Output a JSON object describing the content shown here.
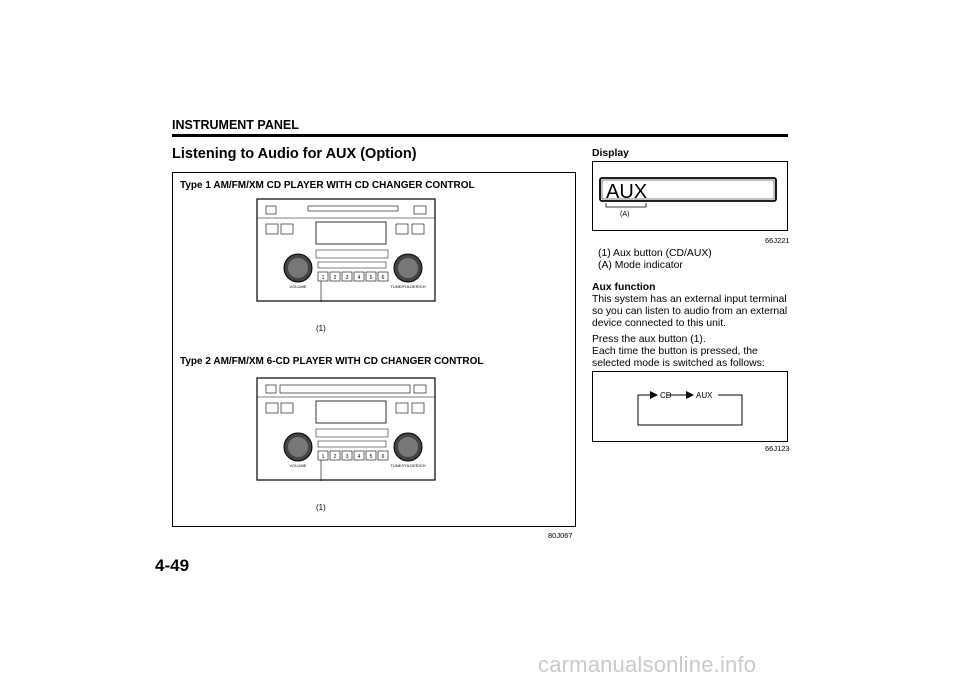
{
  "header": {
    "section": "INSTRUMENT PANEL"
  },
  "title": "Listening to Audio for AUX (Option)",
  "figure_main": {
    "type1_label": "Type 1 AM/FM/XM CD PLAYER WITH CD CHANGER CONTROL",
    "type2_label": "Type 2 AM/FM/XM 6-CD PLAYER WITH CD CHANGER CONTROL",
    "callout": "(1)",
    "code": "80J067",
    "radio": {
      "presets": [
        "1",
        "2",
        "3",
        "4",
        "5",
        "6"
      ],
      "volume_label": "VOLUME",
      "tune_label": "TUNE/FOLDER/CH"
    }
  },
  "display_section": {
    "heading": "Display",
    "display_text": "AUX",
    "indicator_label": "(A)",
    "code": "66J221",
    "legend": [
      "(1) Aux button (CD/AUX)",
      "(A) Mode indicator"
    ]
  },
  "aux_function": {
    "heading": "Aux function",
    "para1": [
      "This system has an external input terminal",
      "so you can listen to audio from an external",
      "device connected to this unit."
    ],
    "para2": [
      "Press the aux button (1).",
      "Each time the button is pressed, the",
      "selected mode is switched as follows:"
    ]
  },
  "mode_diagram": {
    "modes": [
      "CD",
      "AUX"
    ],
    "code": "66J123"
  },
  "page_number": "4-49",
  "watermark": "carmanualsonline.info"
}
